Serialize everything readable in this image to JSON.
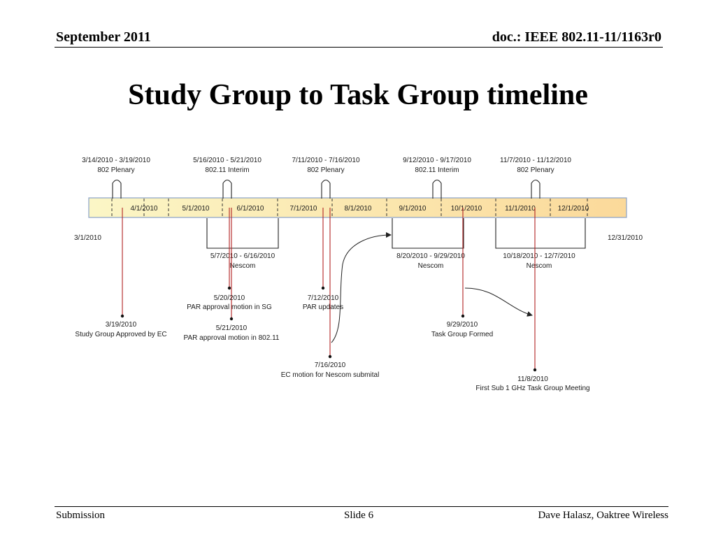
{
  "header": {
    "date": "September 2011",
    "doc": "doc.: IEEE 802.11-11/1163r0"
  },
  "title": "Study Group to Task Group timeline",
  "footer": {
    "left": "Submission",
    "slide": "Slide 6",
    "author": "Dave Halasz, Oaktree Wireless"
  },
  "timeline": {
    "start_label": "3/1/2010",
    "end_label": "12/31/2010",
    "months": [
      "4/1/2010",
      "5/1/2010",
      "6/1/2010",
      "7/1/2010",
      "8/1/2010",
      "9/1/2010",
      "10/1/2010",
      "11/1/2010",
      "12/1/2010"
    ],
    "meetings": [
      {
        "dates": "3/14/2010 - 3/19/2010",
        "name": "802 Plenary"
      },
      {
        "dates": "5/16/2010 - 5/21/2010",
        "name": "802.11 Interim"
      },
      {
        "dates": "7/11/2010 - 7/16/2010",
        "name": "802 Plenary"
      },
      {
        "dates": "9/12/2010 - 9/17/2010",
        "name": "802.11 Interim"
      },
      {
        "dates": "11/7/2010 - 11/12/2010",
        "name": "802 Plenary"
      }
    ],
    "nescom": [
      {
        "dates": "5/7/2010 - 6/16/2010",
        "name": "Nescom"
      },
      {
        "dates": "8/20/2010 - 9/29/2010",
        "name": "Nescom"
      },
      {
        "dates": "10/18/2010 - 12/7/2010",
        "name": "Nescom"
      }
    ],
    "milestones": [
      {
        "date": "3/19/2010",
        "desc": "Study Group Approved by EC"
      },
      {
        "date": "5/20/2010",
        "desc": "PAR approval motion in SG"
      },
      {
        "date": "5/21/2010",
        "desc": "PAR approval motion in 802.11"
      },
      {
        "date": "7/12/2010",
        "desc": "PAR updates"
      },
      {
        "date": "7/16/2010",
        "desc": "EC motion for Nescom submital"
      },
      {
        "date": "9/29/2010",
        "desc": "Task Group Formed"
      },
      {
        "date": "11/8/2010",
        "desc": "First Sub 1 GHz Task Group Meeting"
      }
    ]
  }
}
